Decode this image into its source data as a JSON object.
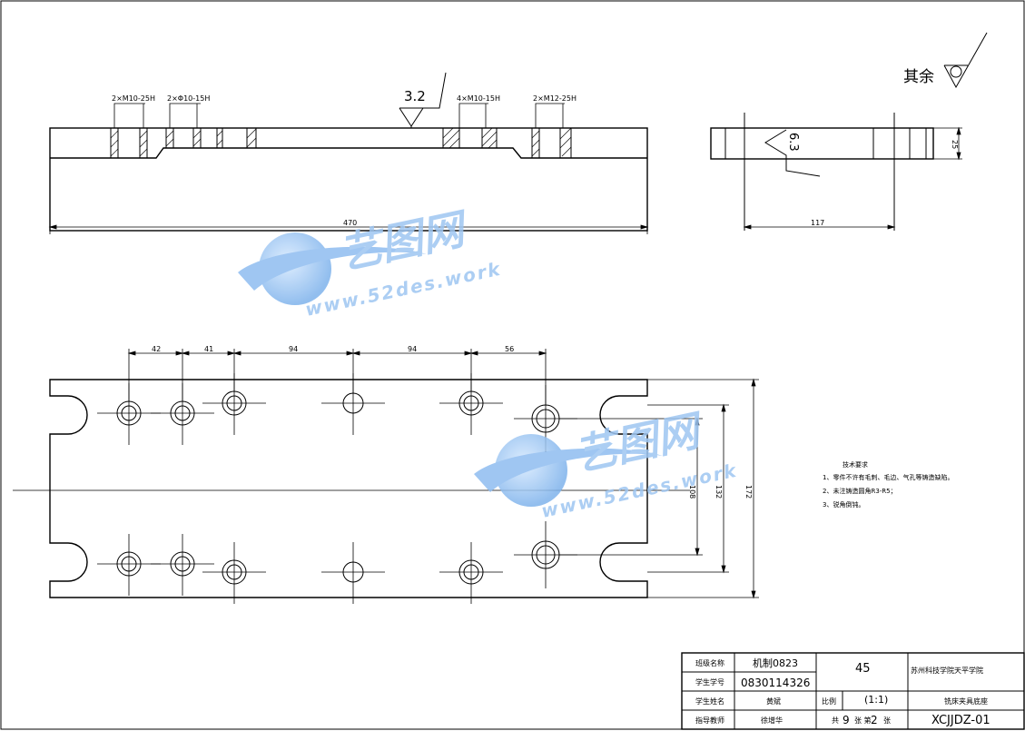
{
  "front_view": {
    "callouts": [
      "2×M10-25H",
      "2×Φ10-15H",
      "4×M10-15H",
      "2×M12-25H"
    ],
    "roughness_top": "3.2",
    "length_dim": "470"
  },
  "side_view": {
    "roughness": "6.3",
    "width_dim": "117",
    "height_dim": "25"
  },
  "remaining_roughness": {
    "label": "其余"
  },
  "plan_view": {
    "top_dims": [
      "42",
      "41",
      "94",
      "94",
      "56"
    ],
    "right_dims": [
      "108",
      "132",
      "172"
    ]
  },
  "tech_req": {
    "title": "技术要求",
    "items": [
      "1、零件不许有毛刺、毛边、气孔等铸造缺陷。",
      "2、未注铸造圆角R3-R5；",
      "3、锐角倒钝。"
    ]
  },
  "title_block": {
    "r1_label": "班级名称",
    "r1_value": "机制0823",
    "r2_label": "学生学号",
    "r2_value": "0830114326",
    "r3_label": "学生姓名",
    "r3_value": "黄斌",
    "r4_label": "指导教师",
    "r4_value": "徐增华",
    "material": "45",
    "school": "苏州科技学院天平学院",
    "scale_label": "比例",
    "scale_value": "(1:1)",
    "part_name": "铣床夹具底座",
    "total_label": "共",
    "total_value": "9",
    "sheet_label": "张 第",
    "sheet_value": "2",
    "sheet_suffix": "张",
    "drawing_no": "XCJJDZ-01"
  },
  "watermark": {
    "brand": "艺图网",
    "url": "www.52des.work"
  }
}
